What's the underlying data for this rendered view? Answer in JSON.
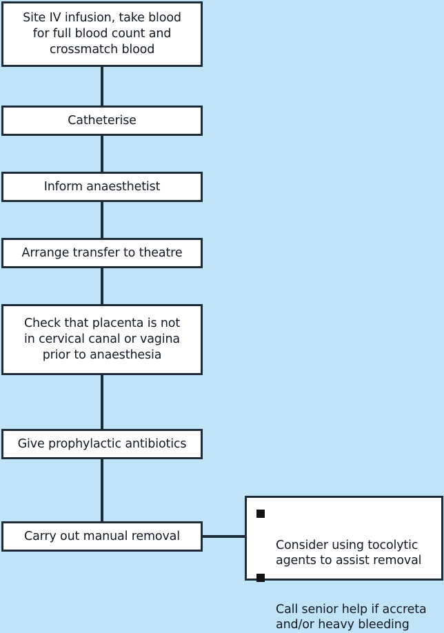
{
  "figure": {
    "type": "flowchart",
    "orientation": "vertical",
    "background_color": "#bfe4f8",
    "box_fill_color": "#ffffff",
    "box_border_color": "#1d2a38",
    "connector_color": "#1d2a38",
    "bullet_color": "#141414"
  },
  "nodes": [
    {
      "id": "n1",
      "label": "Site IV infusion, take blood\nfor full blood count and\ncrossmatch blood"
    },
    {
      "id": "n2",
      "label": "Catheterise"
    },
    {
      "id": "n3",
      "label": "Inform anaesthetist"
    },
    {
      "id": "n4",
      "label": "Arrange transfer to theatre"
    },
    {
      "id": "n5",
      "label": "Check that placenta is not\nin cervical canal or vagina\nprior to anaesthesia"
    },
    {
      "id": "n6",
      "label": "Give prophylactic antibiotics"
    },
    {
      "id": "n7",
      "label": "Carry out manual removal"
    }
  ],
  "note": {
    "bullets": [
      {
        "text": "Consider using tocolytic\nagents to assist removal"
      },
      {
        "text": "Call senior help if accreta\nand/or heavy bleeding"
      }
    ]
  }
}
